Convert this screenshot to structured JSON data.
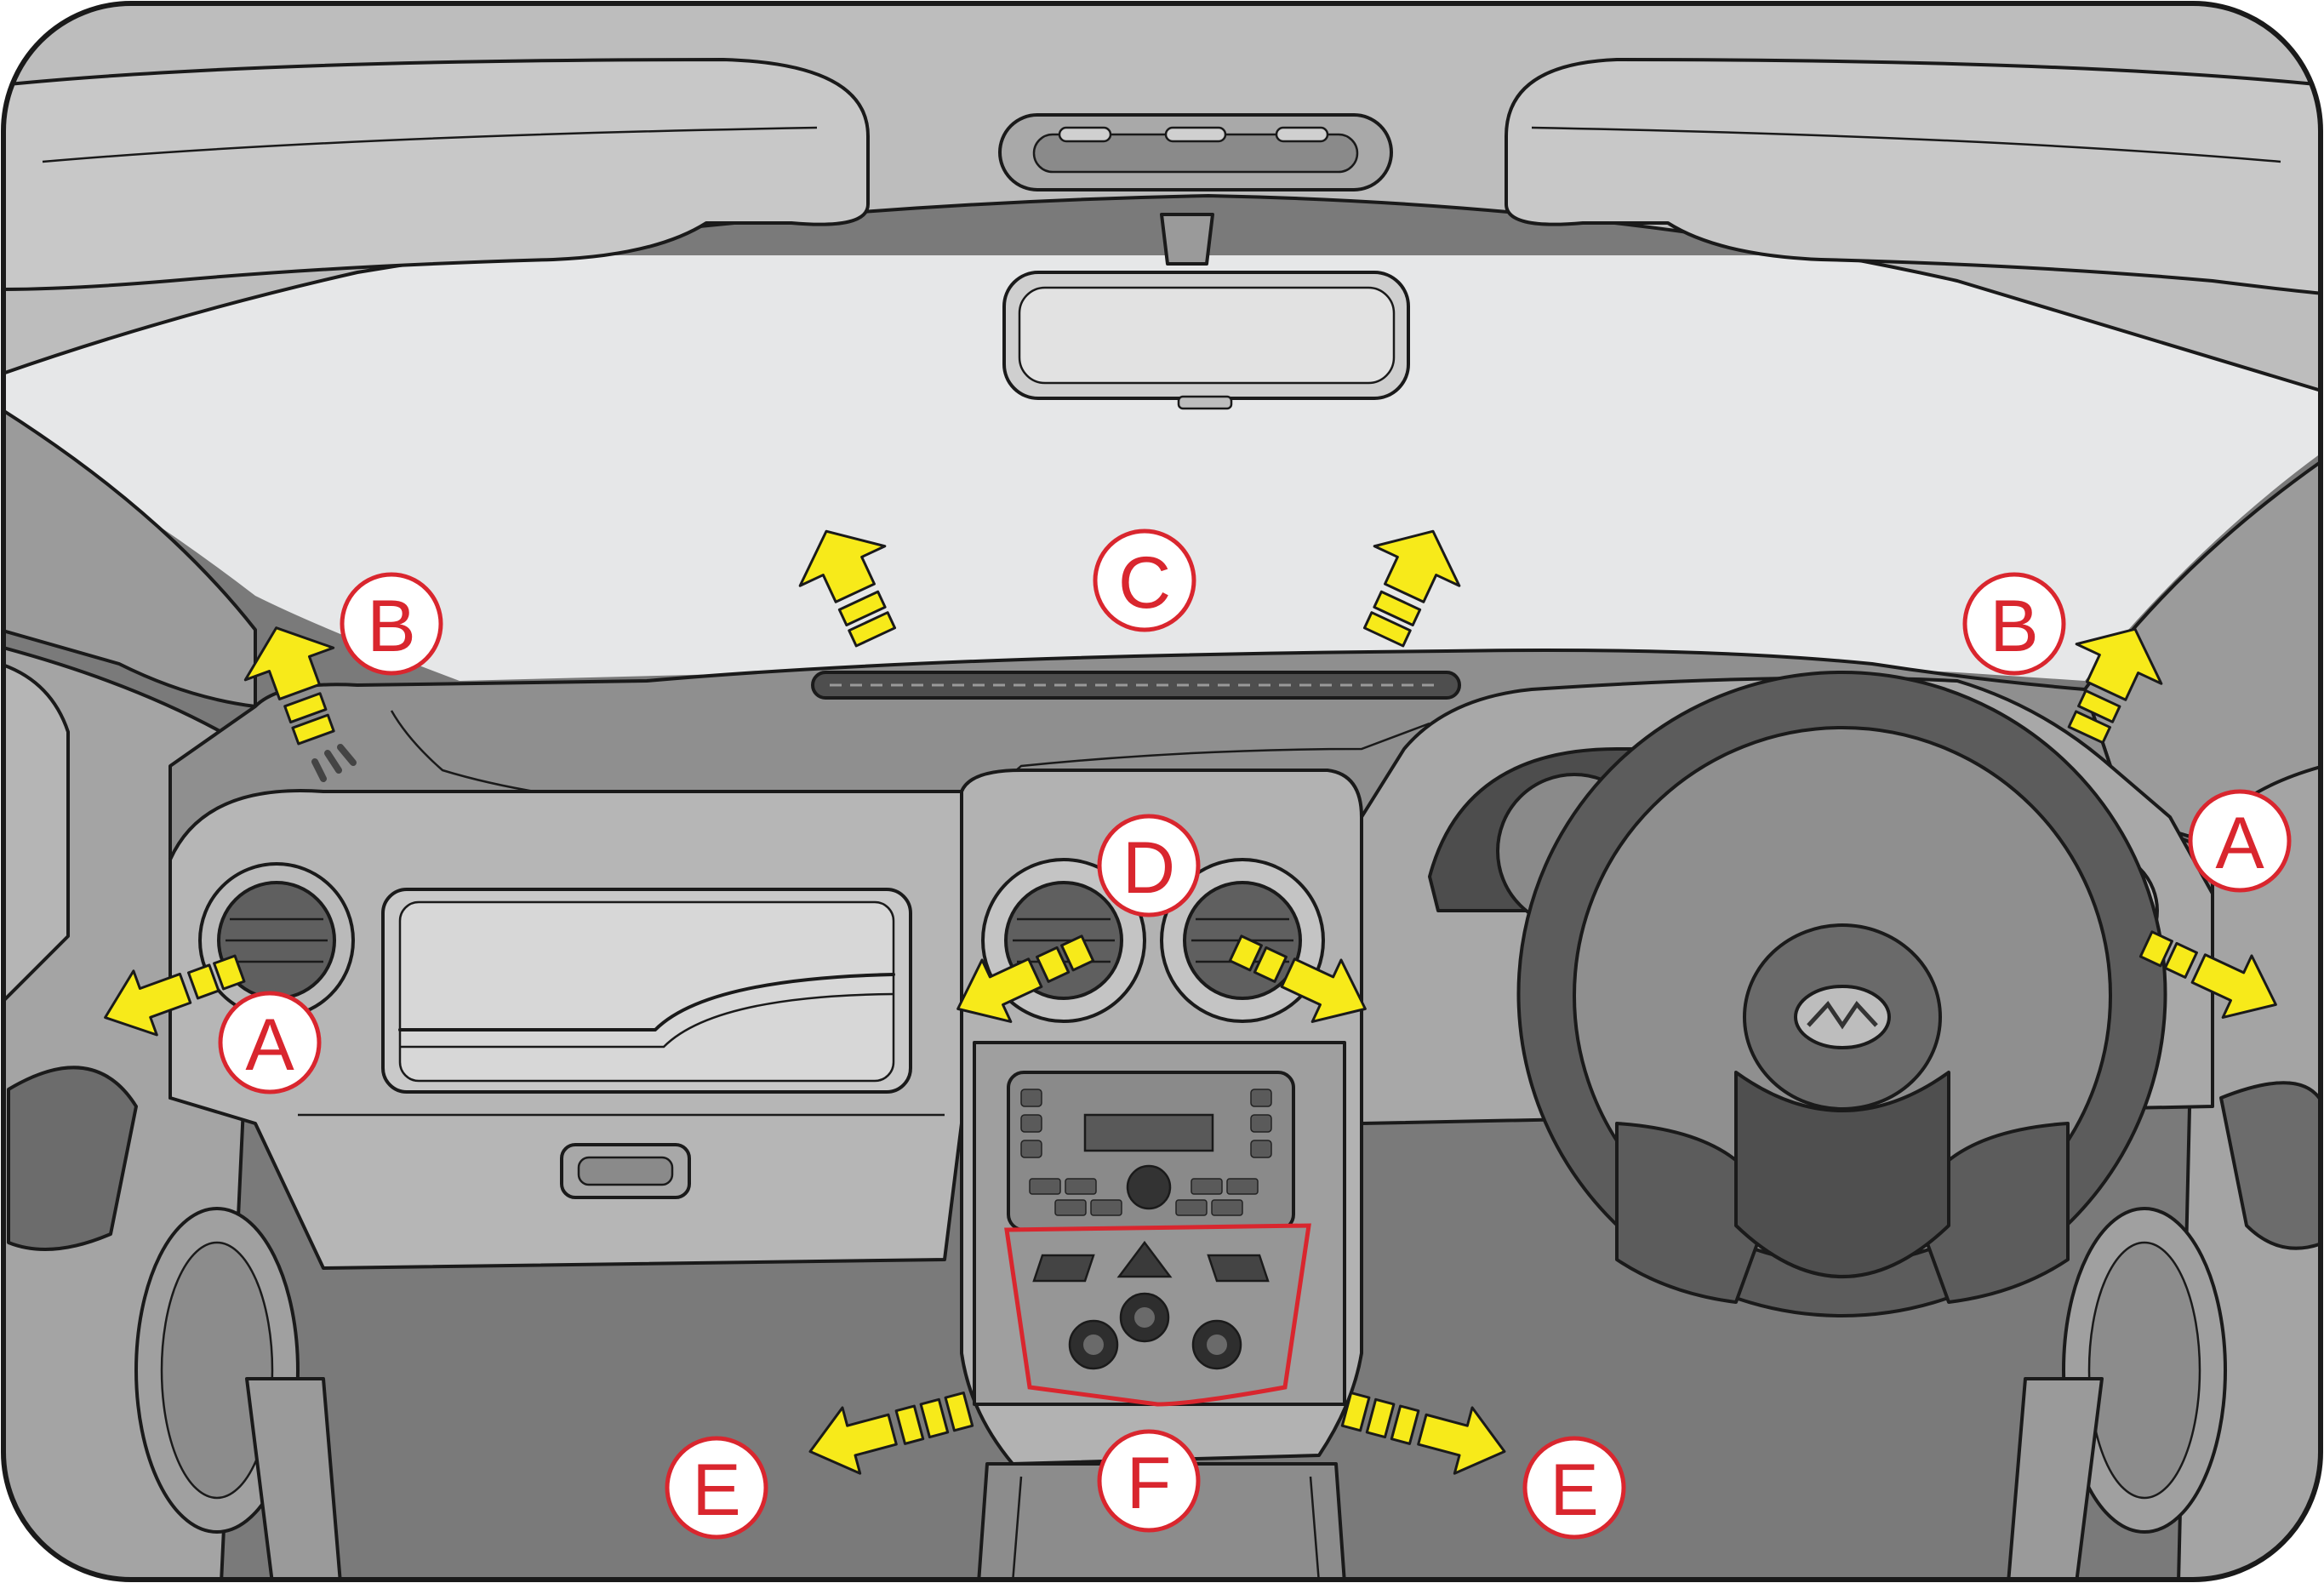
{
  "diagram": {
    "labels": {
      "A": "A",
      "B": "B",
      "C": "C",
      "D": "D",
      "E": "E",
      "F": "F"
    },
    "colors": {
      "label_red": "#d9262e",
      "arrow_yellow": "#f7ea1a",
      "outline": "#1a1a1a",
      "glass": "#e6e7e8",
      "dash": "#b3b3b3",
      "dark": "#5a5a5a"
    }
  }
}
